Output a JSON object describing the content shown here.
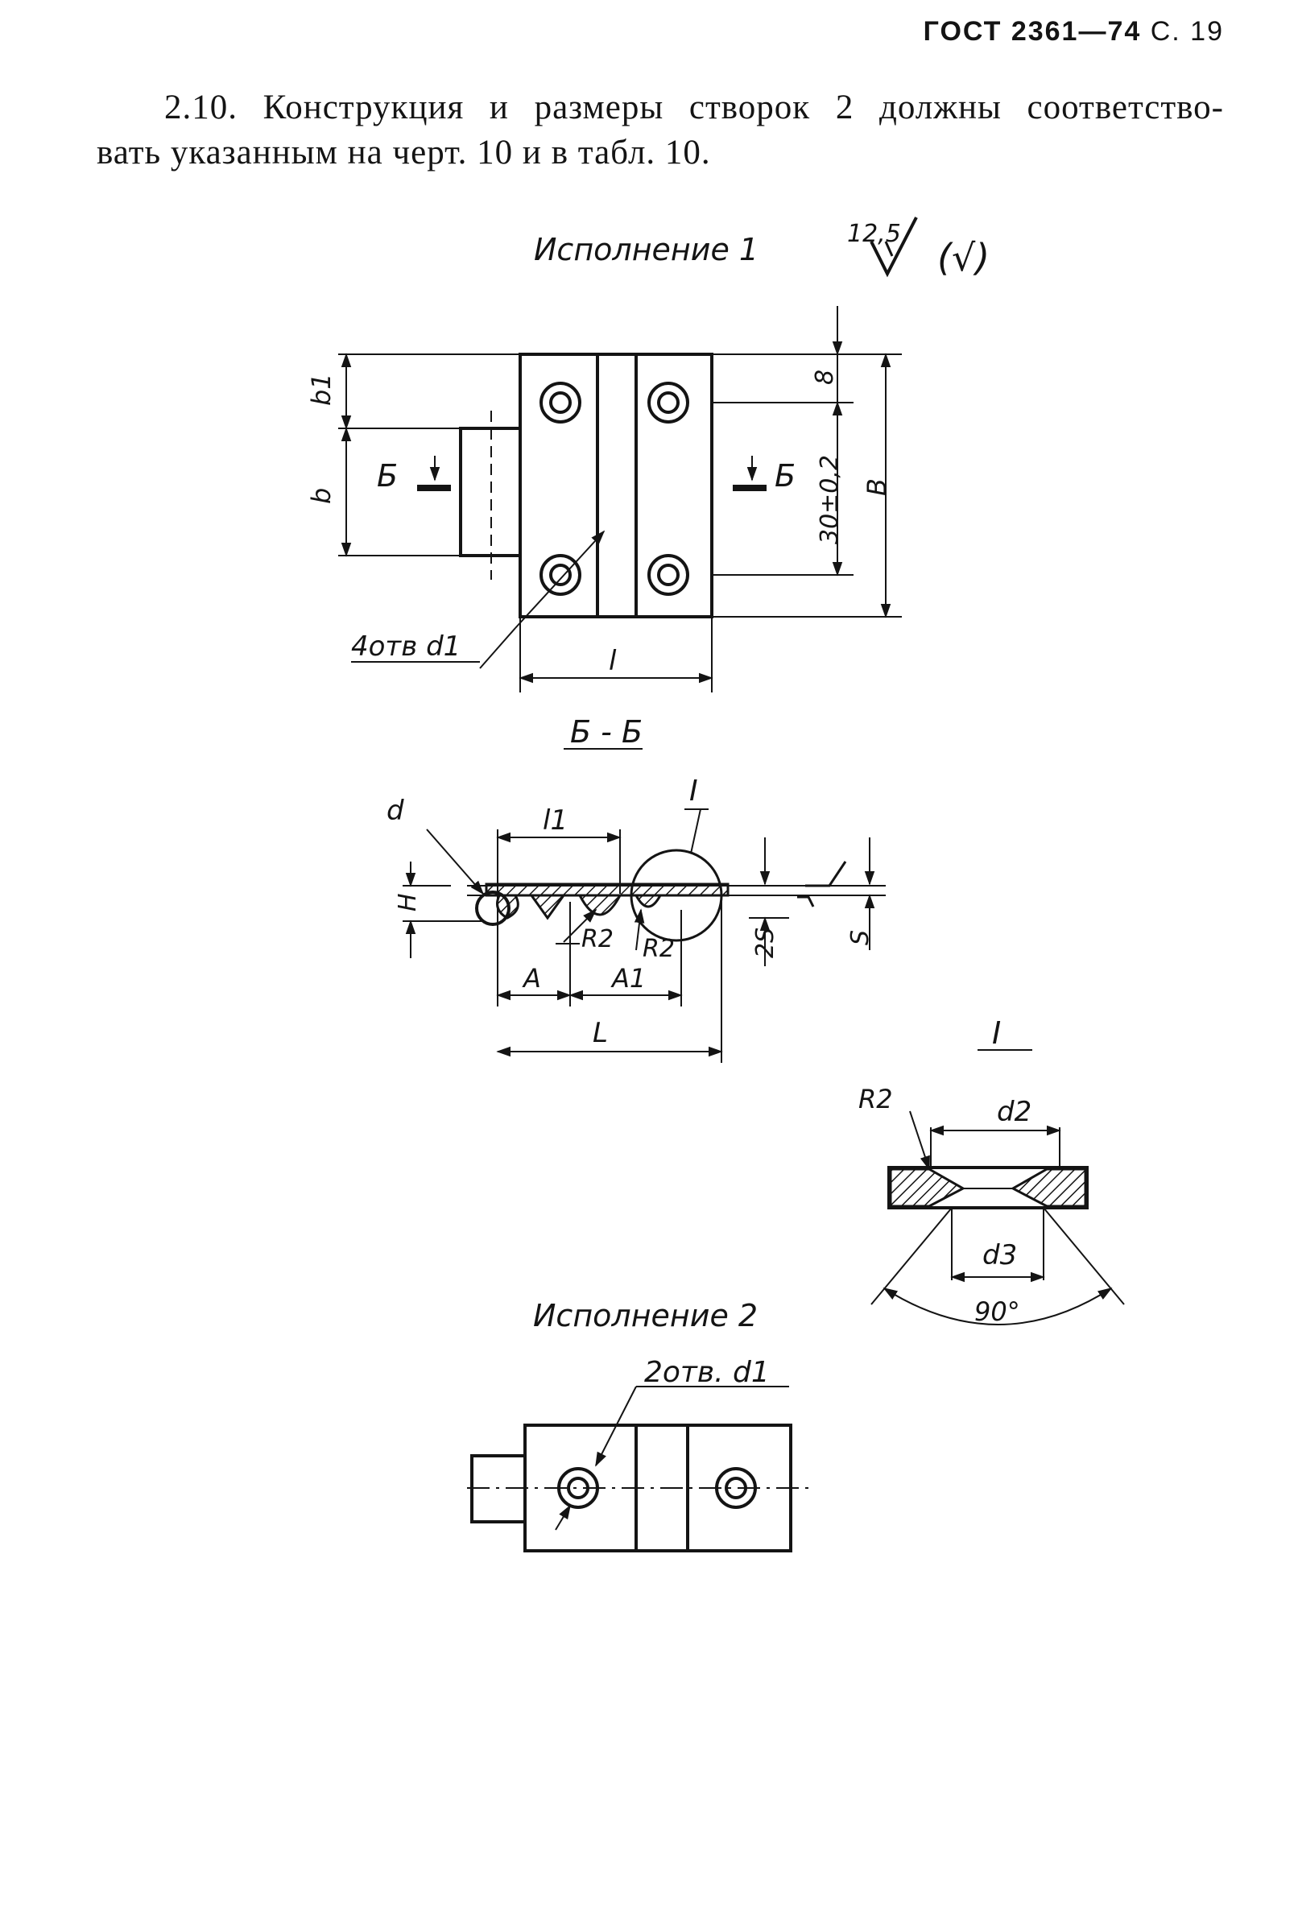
{
  "header": {
    "standard": "ГОСТ 2361—74",
    "page": "С. 19"
  },
  "paragraph": {
    "line1": "2.10. Конструкция и размеры створок 2 должны соответство-",
    "line2": "вать указанным на черт. 10 и в табл. 10."
  },
  "captions": {
    "variant1": "Исполнение 1",
    "variant2": "Исполнение 2",
    "section": "Б - Б",
    "detail": "I",
    "roughness_value": "12,5",
    "roughness_bracket": "(√)"
  },
  "labels": {
    "b1": "b1",
    "b": "b",
    "section_mark": "Б",
    "dim_8": "8",
    "dim_30": "30±0,2",
    "dim_B": "B",
    "holes_4": "4отв d1",
    "dim_l": "l",
    "d": "d",
    "l1": "l1",
    "H": "H",
    "R2": "R2",
    "A": "A",
    "A1": "A1",
    "L": "L",
    "twoS": "2S",
    "S": "S",
    "d2": "d2",
    "d3": "d3",
    "angle": "90°",
    "holes_2": "2отв. d1"
  }
}
